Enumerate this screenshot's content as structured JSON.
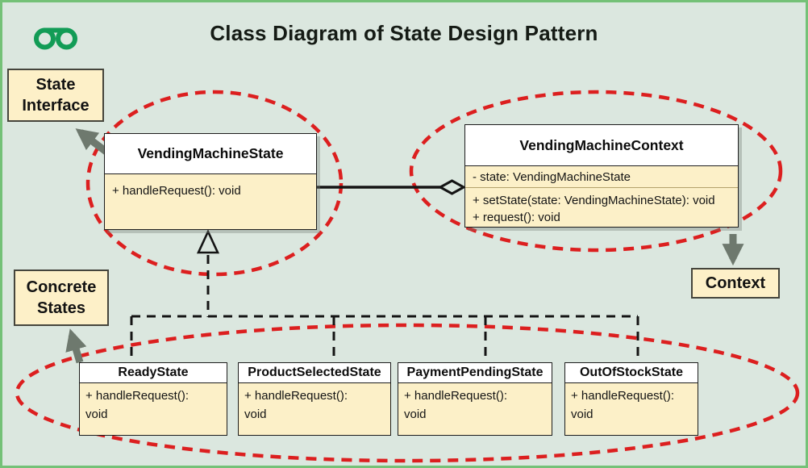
{
  "page": {
    "title": "Class Diagram of State Design Pattern"
  },
  "logo": {
    "name": "geeksforgeeks-logo",
    "color": "#129c56"
  },
  "annotations": {
    "state_interface": "State Interface",
    "concrete_states": "Concrete States",
    "context": "Context"
  },
  "uml": {
    "state": {
      "name": "VendingMachineState",
      "methods": [
        "+ handleRequest(): void"
      ]
    },
    "context": {
      "name": "VendingMachineContext",
      "attributes": [
        "- state: VendingMachineState"
      ],
      "methods": [
        "+ setState(state: VendingMachineState): void",
        "+ request(): void"
      ]
    },
    "concrete": [
      {
        "name": "ReadyState",
        "methods": [
          "+ handleRequest(): void"
        ]
      },
      {
        "name": "ProductSelectedState",
        "methods": [
          "+ handleRequest(): void"
        ]
      },
      {
        "name": "PaymentPendingState",
        "methods": [
          "+ handleRequest(): void"
        ]
      },
      {
        "name": "OutOfStockState",
        "methods": [
          "+ handleRequest(): void"
        ]
      }
    ]
  },
  "relationships": {
    "aggregation": "VendingMachineContext ◇— VendingMachineState",
    "inheritance": "concrete states ▷ VendingMachineState"
  },
  "colors": {
    "background": "#dbe7df",
    "frame_border": "#74c177",
    "class_fill": "#fcf0c8",
    "class_header_fill": "#ffffff",
    "note_fill": "#fdf0c8",
    "highlight_dash_red": "#dc1f1f",
    "connector_black": "#141414",
    "pointer_arrow_gray": "#6e796e"
  }
}
